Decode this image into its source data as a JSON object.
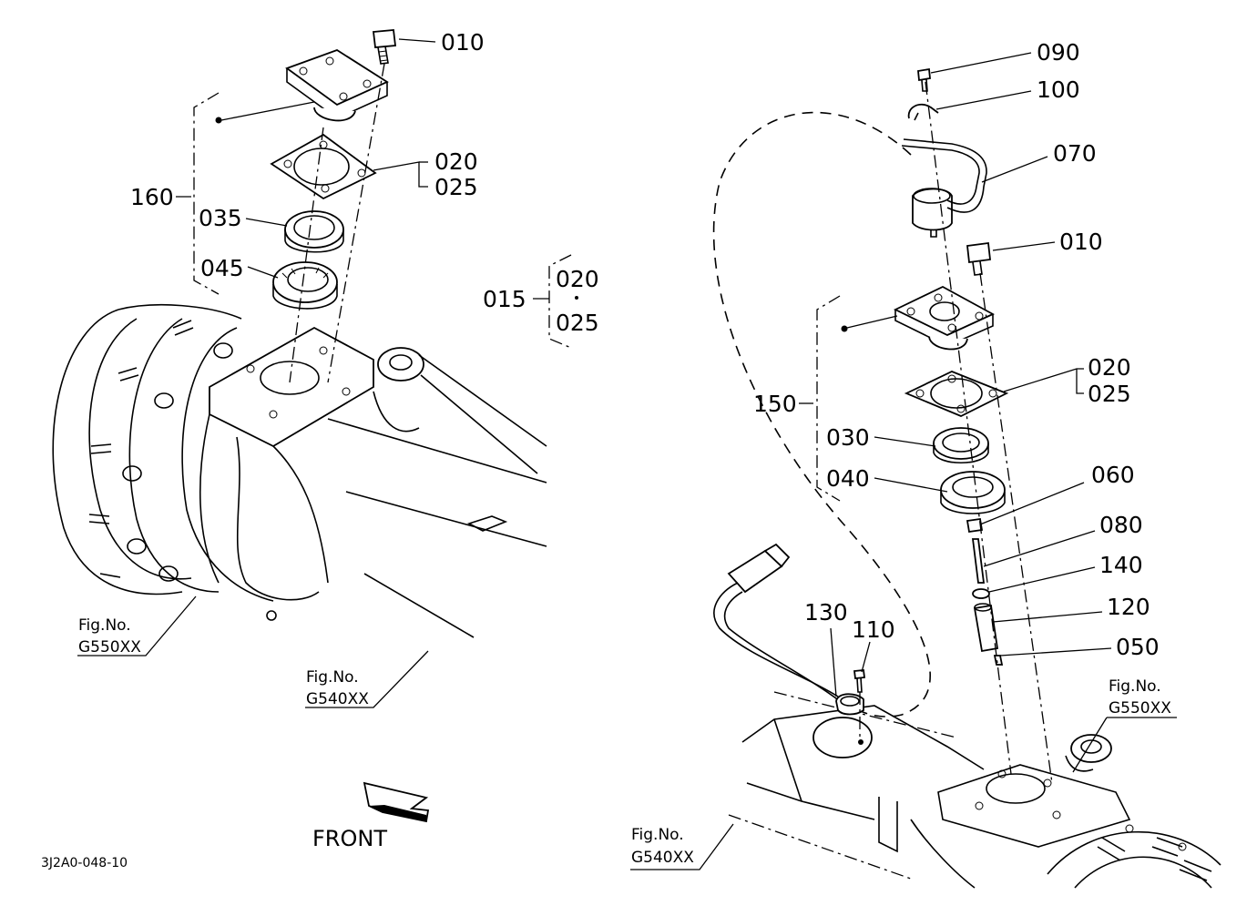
{
  "diagram": {
    "left_labels": {
      "p010": "010",
      "p020": "020",
      "p025": "025",
      "p160": "160",
      "p035": "035",
      "p045": "045",
      "p015": "015",
      "p015_020": "020",
      "p015_025": "025"
    },
    "right_labels": {
      "p090": "090",
      "p100": "100",
      "p070": "070",
      "p010": "010",
      "p020": "020",
      "p025": "025",
      "p150": "150",
      "p030": "030",
      "p040": "040",
      "p060": "060",
      "p080": "080",
      "p140": "140",
      "p120": "120",
      "p050": "050",
      "p130": "130",
      "p110": "110"
    },
    "references": {
      "left_a_line1": "Fig.No.",
      "left_a_line2": "G550XX",
      "left_b_line1": "Fig.No.",
      "left_b_line2": "G540XX",
      "right_a_line1": "Fig.No.",
      "right_a_line2": "G550XX",
      "right_b_line1": "Fig.No.",
      "right_b_line2": "G540XX"
    },
    "front_label": "FRONT",
    "drawing_code": "3J2A0-048-10"
  }
}
